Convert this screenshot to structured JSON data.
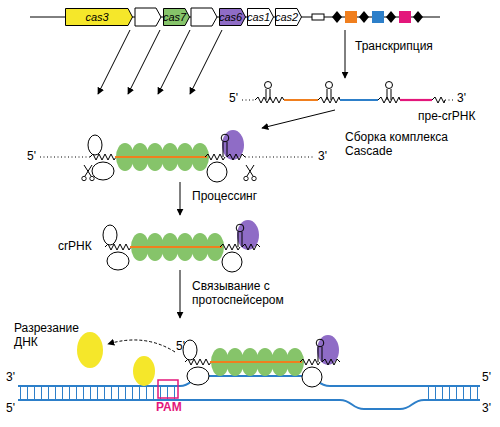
{
  "diagram": {
    "nodes": [
      {
        "text": [
          "cas3"
        ]
      },
      {
        "text": [
          "cas7"
        ]
      },
      {
        "text": [
          "cas6"
        ]
      },
      {
        "text": [
          "cas1"
        ]
      },
      {
        "text": [
          "cas2"
        ]
      }
    ],
    "labels": [
      "Транскрипция",
      "пре-crРНК",
      "5'",
      "3'",
      "Сборка комплекса Cascade",
      "5'",
      "3'",
      "Процессинг",
      "crРНК",
      "Связывание с протоспейсером",
      "Разрезание ДНК",
      "5'",
      "3'",
      "5'",
      "PAM",
      "5'",
      "3'"
    ]
  }
}
